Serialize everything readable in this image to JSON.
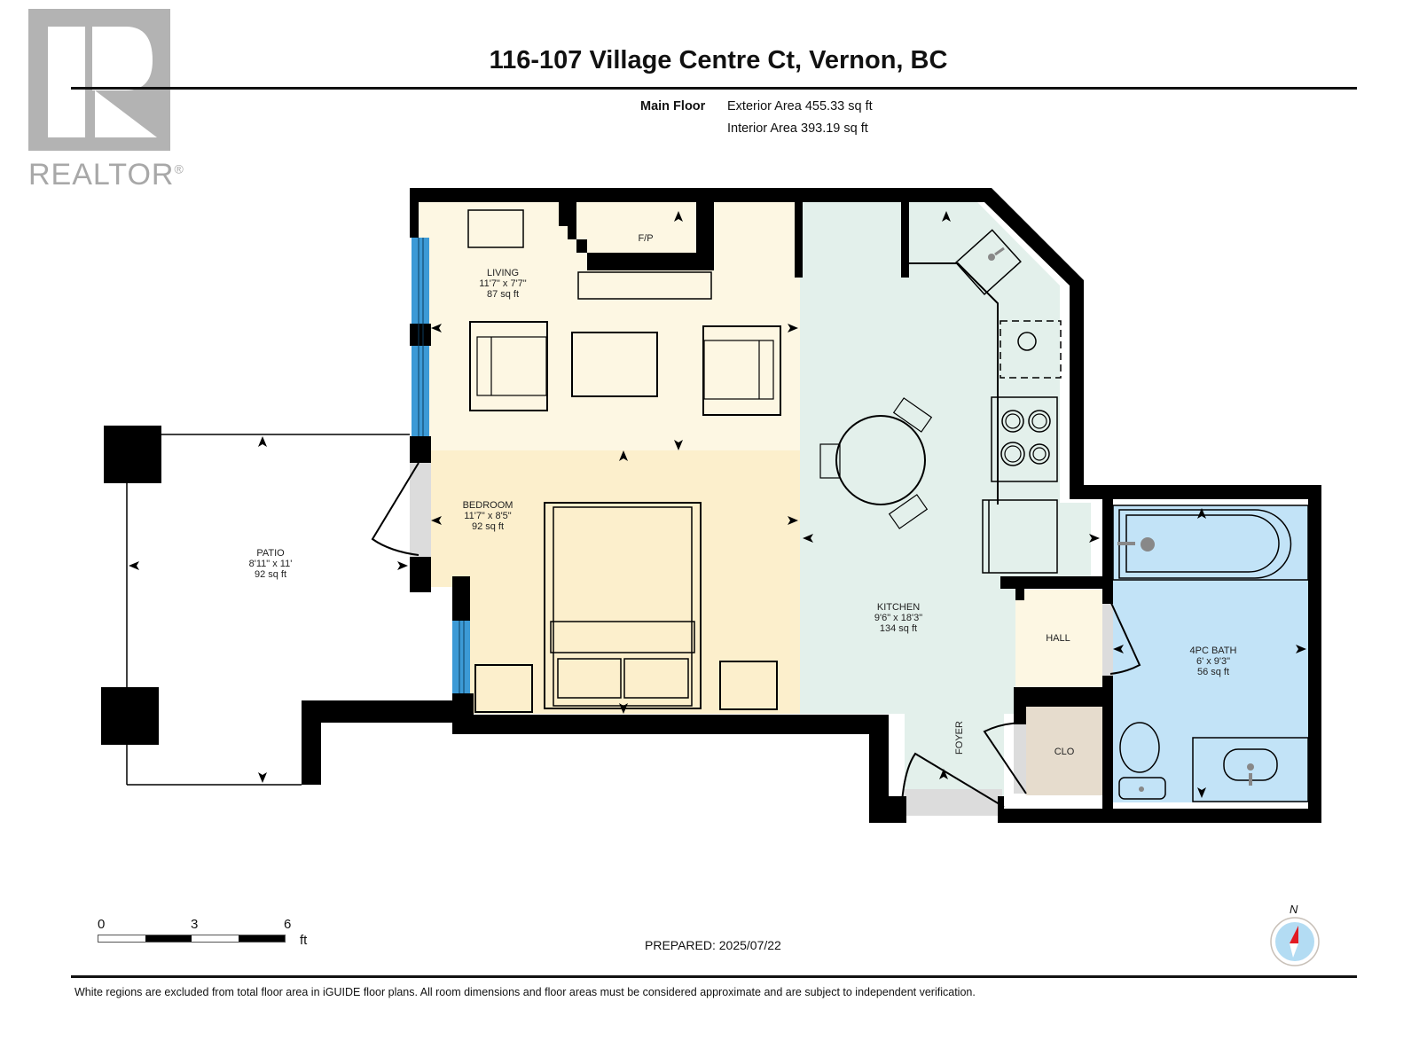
{
  "logo": {
    "brand": "REALTOR",
    "mark": "®"
  },
  "header": {
    "title": "116-107 Village Centre Ct, Vernon, BC",
    "floor_label": "Main Floor",
    "exterior_area": "Exterior Area 455.33 sq ft",
    "interior_area": "Interior Area 393.19 sq ft"
  },
  "rooms": {
    "living": {
      "name": "LIVING",
      "dims": "11'7\" x 7'7\"",
      "area": "87 sq ft"
    },
    "fireplace": {
      "name": "F/P"
    },
    "bedroom": {
      "name": "BEDROOM",
      "dims": "11'7\" x 8'5\"",
      "area": "92 sq ft"
    },
    "patio": {
      "name": "PATIO",
      "dims": "8'11\" x 11'",
      "area": "92 sq ft"
    },
    "kitchen": {
      "name": "KITCHEN",
      "dims": "9'6\" x 18'3\"",
      "area": "134 sq ft"
    },
    "hall": {
      "name": "HALL"
    },
    "foyer": {
      "name": "FOYER"
    },
    "closet": {
      "name": "CLO"
    },
    "bath": {
      "name": "4PC BATH",
      "dims": "6' x 9'3\"",
      "area": "56 sq ft"
    }
  },
  "colors": {
    "living": "#fdf7e3",
    "bedroom": "#fcefcc",
    "kitchen": "#e3f0eb",
    "hall": "#fdf7e3",
    "closet": "#e6dccd",
    "bath": "#c2e3f7",
    "window": "#3c9ad6",
    "door_gap": "#dcdcdc",
    "wall": "#000000",
    "compass_red": "#e21b23",
    "compass_ring": "#b3dcf3"
  },
  "scale": {
    "ticks": [
      "0",
      "3",
      "6"
    ],
    "unit": "ft"
  },
  "footer": {
    "prepared": "PREPARED: 2025/07/22",
    "compass_label": "N",
    "disclaimer": "White regions are excluded from total floor area in iGUIDE floor plans. All room dimensions and floor areas must be considered approximate and are subject to independent verification."
  }
}
